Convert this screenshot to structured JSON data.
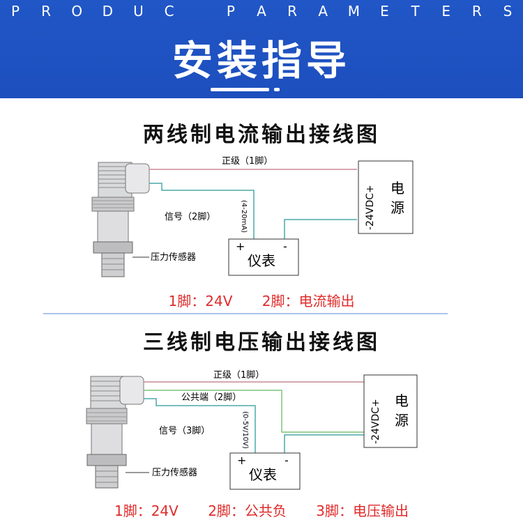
{
  "header": {
    "subtitle_letters": [
      "P",
      "R",
      "O",
      "D",
      "U",
      "C",
      "",
      "P",
      "A",
      "R",
      "A",
      "M",
      "E",
      "T",
      "E",
      "R",
      "S"
    ],
    "title": "安装指导"
  },
  "diagram1": {
    "title": "两线制电流输出接线图",
    "wire_positive": "正级（1脚）",
    "wire_signal": "信号（2脚）",
    "range": "(4-20mA)",
    "sensor": "压力传感器",
    "meter": "仪表",
    "meter_plus": "+",
    "meter_minus": "-",
    "power_label": "电源",
    "power_char1": "电",
    "power_char2": "源",
    "power_voltage": "-24VDC+",
    "pins": [
      "1脚：24V",
      "2脚：电流输出"
    ]
  },
  "diagram2": {
    "title": "三线制电压输出接线图",
    "wire_positive": "正级（1脚）",
    "wire_common": "公共端（2脚）",
    "wire_signal": "信号（3脚）",
    "range": "(0-5V/10V)",
    "sensor": "压力传感器",
    "meter": "仪表",
    "meter_plus": "+",
    "meter_minus": "-",
    "power_char1": "电",
    "power_char2": "源",
    "power_voltage": "-24VDC+",
    "pins": [
      "1脚：24V",
      "2脚：公共负",
      "3脚：电压输出"
    ]
  },
  "colors": {
    "header_bg": "#1d4fbe",
    "wire_red": "#c98a95",
    "wire_teal": "#4aa8a8",
    "wire_green": "#7cc47a",
    "pin_text": "#e02b2b"
  }
}
